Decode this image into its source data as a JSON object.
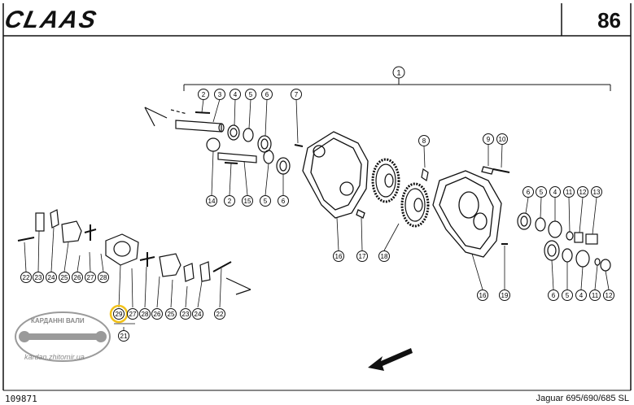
{
  "header": {
    "brand": "CLAAS",
    "page_number": "86"
  },
  "footer": {
    "document_id": "109871",
    "model": "Jaguar 695/690/685 SL"
  },
  "watermark": {
    "top_text": "КАРДАННІ ВАЛИ",
    "bottom_text": "kardan.zhitomir.ua"
  },
  "callouts": {
    "c1": "1",
    "top_row": [
      "2",
      "3",
      "4",
      "5",
      "6",
      "7"
    ],
    "top_row_b": [
      "14",
      "2",
      "15",
      "5",
      "6"
    ],
    "c8": "8",
    "c9": "9",
    "c10": "10",
    "c16a": "16",
    "c17": "17",
    "c18": "18",
    "right_top": [
      "6",
      "5",
      "4",
      "11",
      "12",
      "13"
    ],
    "right_bottom": [
      "6",
      "5",
      "4",
      "11",
      "12"
    ],
    "c16b": "16",
    "c19": "19",
    "left_row": [
      "22",
      "23",
      "24",
      "25",
      "26",
      "27",
      "28"
    ],
    "bottom_row": [
      "29",
      "27",
      "28",
      "26",
      "25",
      "23",
      "24",
      "22"
    ],
    "c21": "21",
    "highlighted": "29"
  },
  "colors": {
    "highlight": "#f2c21b",
    "ink": "#111111"
  }
}
